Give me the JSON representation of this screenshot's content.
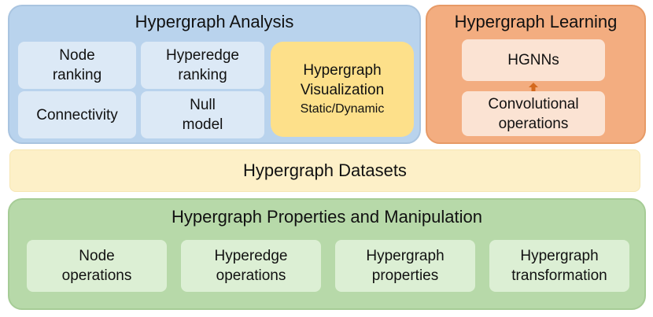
{
  "analysis": {
    "title": "Hypergraph Analysis",
    "node_ranking": [
      "Node",
      "ranking"
    ],
    "hyperedge_ranking": [
      "Hyperedge",
      "ranking"
    ],
    "connectivity": [
      "Connectivity"
    ],
    "null_model": [
      "Null",
      "model"
    ],
    "visualization": [
      "Hypergraph",
      "Visualization"
    ],
    "visualization_sub": "Static/Dynamic"
  },
  "learning": {
    "title": "Hypergraph Learning",
    "hgnns": "HGNNs",
    "conv": [
      "Convolutional",
      "operations"
    ]
  },
  "datasets": {
    "title": "Hypergraph Datasets"
  },
  "properties": {
    "title": "Hypergraph Properties and Manipulation",
    "node_ops": [
      "Node",
      "operations"
    ],
    "hyperedge_ops": [
      "Hyperedge",
      "operations"
    ],
    "hg_props": [
      "Hypergraph",
      "properties"
    ],
    "hg_transform": [
      "Hypergraph",
      "transformation"
    ]
  },
  "colors": {
    "analysis_panel": "#b9d3ed",
    "learning_panel": "#f3ad80",
    "datasets_bar": "#fdf0c8",
    "properties_panel": "#b7d9a9",
    "visualization_box": "#fde08a",
    "arrow": "#d46a1e"
  }
}
